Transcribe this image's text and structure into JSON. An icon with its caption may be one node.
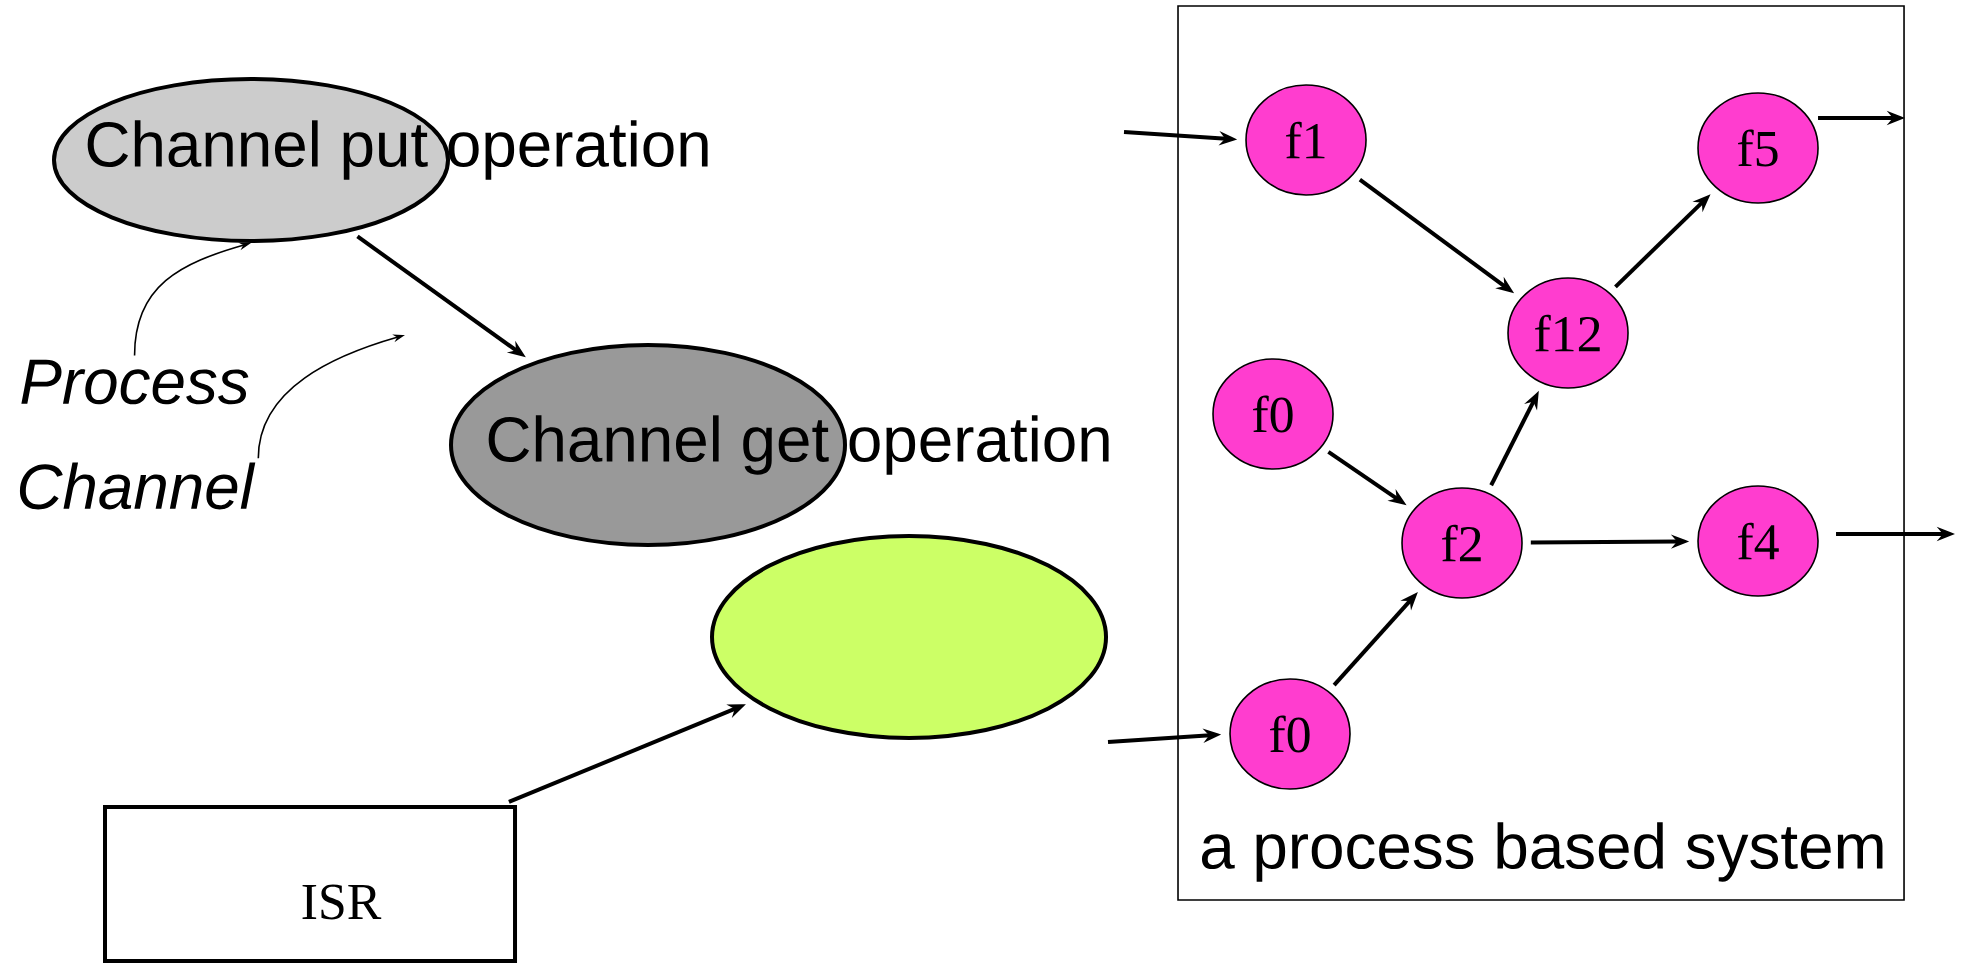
{
  "diagram": {
    "nodes": [
      {
        "text": [
          "Channel put operation"
        ]
      },
      {
        "text": [
          "Channel get operation"
        ]
      },
      {
        "text": [],
        "shape": "ellipse"
      },
      {
        "text": [
          "ISR"
        ]
      },
      {
        "text": [
          "Process"
        ]
      },
      {
        "text": [
          "Channel"
        ]
      },
      {
        "text": [
          "a process based system"
        ]
      },
      {
        "text": [
          "f1"
        ],
        "in": 6
      },
      {
        "text": [
          "f5"
        ],
        "in": 6
      },
      {
        "text": [
          "f12"
        ],
        "in": 6
      },
      {
        "text": [
          "f0"
        ],
        "in": 6
      },
      {
        "text": [
          "f2"
        ],
        "in": 6
      },
      {
        "text": [
          "f4"
        ],
        "in": 6
      },
      {
        "text": [
          "f0"
        ],
        "in": 6
      }
    ],
    "edges": [
      {
        "from": 0,
        "to": 1,
        "arrow": "to"
      },
      {
        "from": 3,
        "to": 2,
        "arrow": "to"
      },
      {
        "from": 4,
        "to": 0,
        "arrow": "to"
      },
      {
        "from": 5,
        "to": null,
        "arrow": "to"
      },
      {
        "from": null,
        "to": 7,
        "arrow": "to"
      },
      {
        "from": 7,
        "to": 9,
        "arrow": "to"
      },
      {
        "from": 9,
        "to": 8,
        "arrow": "to"
      },
      {
        "from": 8,
        "to": null,
        "arrow": "to"
      },
      {
        "from": 10,
        "to": 11,
        "arrow": "to"
      },
      {
        "from": 11,
        "to": 9,
        "arrow": "to"
      },
      {
        "from": 11,
        "to": 12,
        "arrow": "to"
      },
      {
        "from": 12,
        "to": null,
        "arrow": "to"
      },
      {
        "from": 13,
        "to": 11,
        "arrow": "to"
      },
      {
        "from": null,
        "to": 13,
        "arrow": "to"
      }
    ]
  }
}
